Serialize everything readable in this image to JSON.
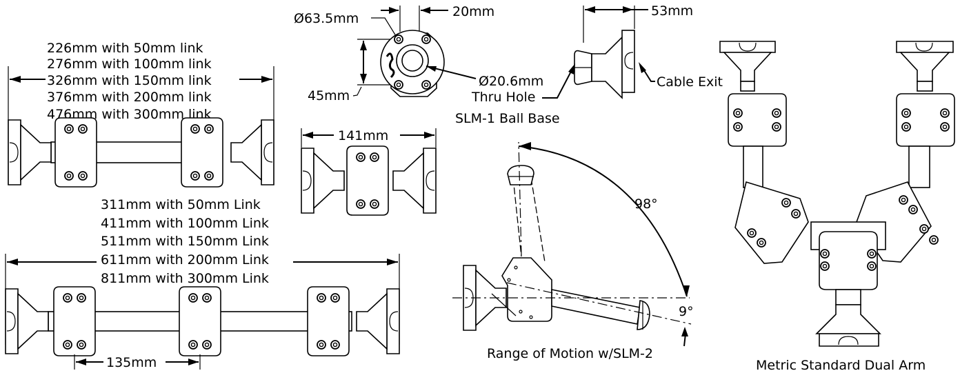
{
  "short_arm": {
    "length_lines": [
      "226mm with 50mm link",
      "276mm with 100mm link",
      "326mm with 150mm link",
      "376mm with 200mm link",
      "476mm with 300mm link"
    ]
  },
  "long_arm": {
    "length_lines": [
      "311mm with 50mm Link",
      "411mm with 100mm Link",
      "511mm with 150mm Link",
      "611mm with 200mm Link",
      "811mm with 300mm Link"
    ],
    "spacing_label": "135mm"
  },
  "single_knuckle": {
    "width_label": "141mm"
  },
  "ball_base": {
    "diameter_label": "Ø63.5mm",
    "height_label": "20mm",
    "width_label": "45mm",
    "hole_label": "Ø20.6mm",
    "thru_hole_label": "Thru Hole",
    "caption": "SLM-1 Ball Base"
  },
  "side_view": {
    "depth_label": "53mm",
    "cable_label": "Cable Exit"
  },
  "range_of_motion": {
    "angle_up": "98°",
    "angle_down": "9°",
    "caption": "Range of Motion w/SLM-2"
  },
  "dual_arm": {
    "caption": "Metric Standard Dual Arm"
  }
}
